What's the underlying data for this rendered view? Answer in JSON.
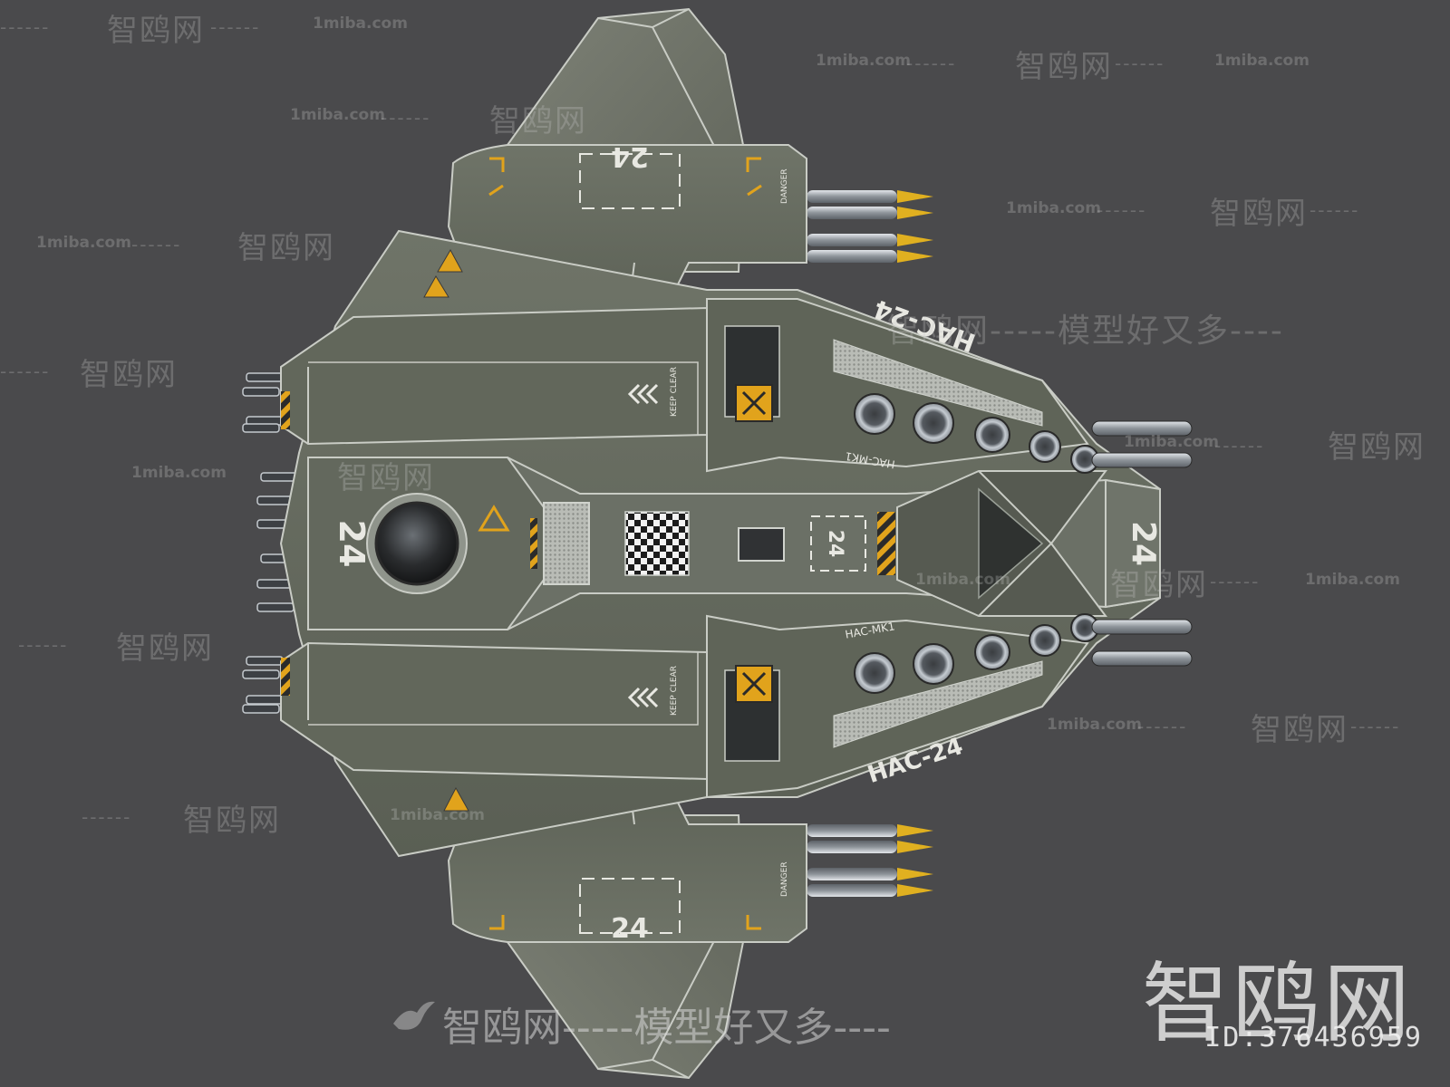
{
  "ship": {
    "hull_number": "24",
    "model_codes": [
      "HAC-24",
      "HAC-MK1"
    ],
    "hull_warnings": [
      "KEEP CLEAR",
      "DANGER"
    ],
    "colors": {
      "background": "#4a4a4c",
      "hull": "#666b5f",
      "hull_dark": "#4f544a",
      "panel_line": "#c8ccc4",
      "accent": "#e1a31c",
      "engine": "#b6bcc4",
      "missile_tip": "#e0b020"
    }
  },
  "watermark": {
    "brand": "智鸥网",
    "url": "1miba.com",
    "slogan": "智鸥网-----模型好又多----",
    "id_label": "ID:376436959",
    "dashes": "------"
  }
}
